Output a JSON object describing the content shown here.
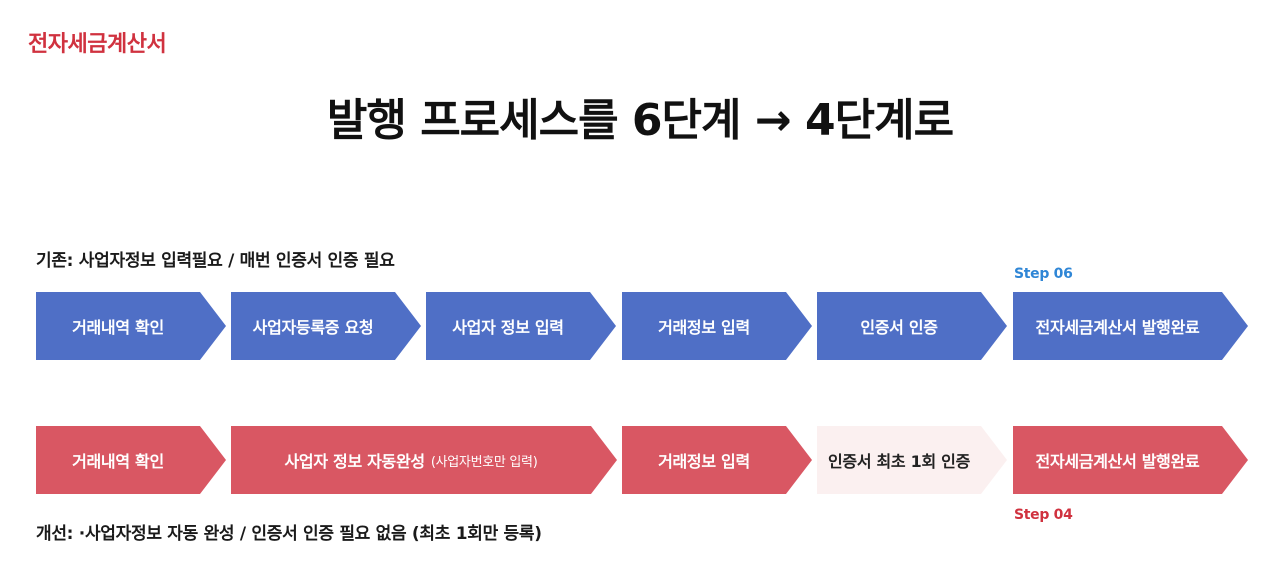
{
  "brand": {
    "title": "전자세금계산서",
    "color": "#d0323f"
  },
  "headline": "발행 프로세스를 6단계 → 4단계로",
  "legacy": {
    "caption": "기존: 사업자정보 입력필요 / 매번 인증서 인증 필요",
    "step_tag": "Step 06",
    "tag_color": "#2f86d6",
    "chevron_color": "#4f6fc6",
    "steps": [
      {
        "label": "거래내역 확인"
      },
      {
        "label": "사업자등록증 요청"
      },
      {
        "label": "사업자 정보 입력"
      },
      {
        "label": "거래정보 입력"
      },
      {
        "label": "인증서 인증"
      },
      {
        "label": "전자세금계산서 발행완료"
      }
    ]
  },
  "improved": {
    "caption": "개선: ·사업자정보 자동 완성 / 인증서 인증 필요 없음 (최초 1회만 등록)",
    "step_tag": "Step 04",
    "tag_color": "#d0323f",
    "chevron_color": "#d95763",
    "light_color": "#fbf0f0",
    "steps": [
      {
        "label": "거래내역 확인",
        "sub": ""
      },
      {
        "label": "사업자 정보 자동완성",
        "sub": "(사업자번호만 입력)"
      },
      {
        "label": "거래정보 입력",
        "sub": ""
      },
      {
        "label": "인증서 최초 1회 인증",
        "sub": "",
        "light": true
      },
      {
        "label": "전자세금계산서 발행완료",
        "sub": ""
      }
    ]
  }
}
